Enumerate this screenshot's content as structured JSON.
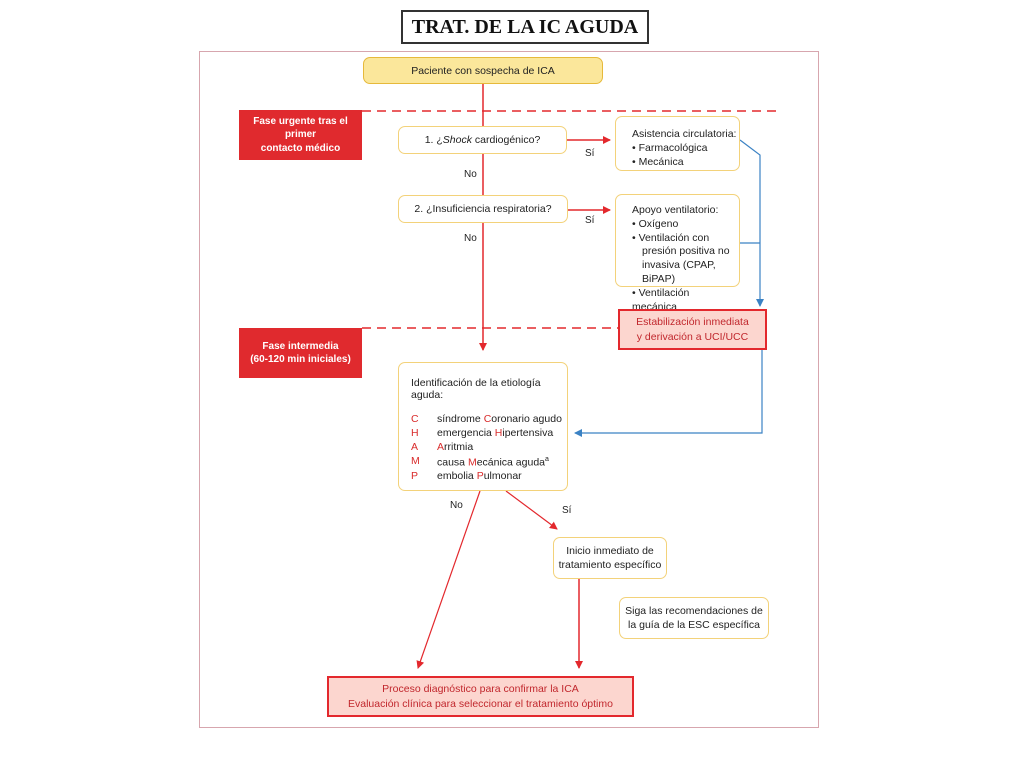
{
  "title": "TRAT. DE LA IC AGUDA",
  "start": "Paciente con sospecha de ICA",
  "phase_urgent": {
    "line1": "Fase urgente tras el primer",
    "line2": "contacto médico"
  },
  "phase_intermediate": {
    "line1": "Fase intermedia",
    "line2": "(60-120 min iniciales)"
  },
  "q1": {
    "prefix": "1. ¿",
    "em": "Shock",
    "suffix": " cardiogénico?"
  },
  "q2": "2. ¿Insuficiencia respiratoria?",
  "labels": {
    "si": "Sí",
    "no": "No"
  },
  "circ": {
    "header": "Asistencia circulatoria:",
    "items": [
      "Farmacológica",
      "Mecánica"
    ]
  },
  "vent": {
    "header": "Apoyo ventilatorio:",
    "items": [
      "Oxígeno",
      "Ventilación con presión positiva no invasiva (CPAP, BiPAP)",
      "Ventilación mecánica"
    ]
  },
  "stab": {
    "line1": "Estabilización inmediata",
    "line2": "y derivación a UCI/UCC"
  },
  "etio": {
    "header": "Identificación de la etiología aguda:",
    "rows": [
      {
        "letter": "C",
        "pre": "síndrome ",
        "hl": "C",
        "post": "oronario agudo"
      },
      {
        "letter": "H",
        "pre": "emergencia ",
        "hl": "H",
        "post": "ipertensiva"
      },
      {
        "letter": "A",
        "pre": "",
        "hl": "A",
        "post": "rritmia"
      },
      {
        "letter": "M",
        "pre": "causa ",
        "hl": "M",
        "post": "ecánica aguda",
        "sup": "a"
      },
      {
        "letter": "P",
        "pre": "embolia ",
        "hl": "P",
        "post": "ulmonar"
      }
    ]
  },
  "treat": {
    "line1": "Inicio inmediato de",
    "line2": "tratamiento específico"
  },
  "guide": {
    "line1": "Siga las recomendaciones de",
    "line2": "la guía de la ESC específica"
  },
  "final": {
    "line1": "Proceso diagnóstico para confirmar la ICA",
    "line2": "Evaluación clínica para seleccionar el tratamiento óptimo"
  },
  "colors": {
    "red": "#e3282d",
    "blue": "#3b82c4",
    "yellow": "#fbe79b"
  }
}
